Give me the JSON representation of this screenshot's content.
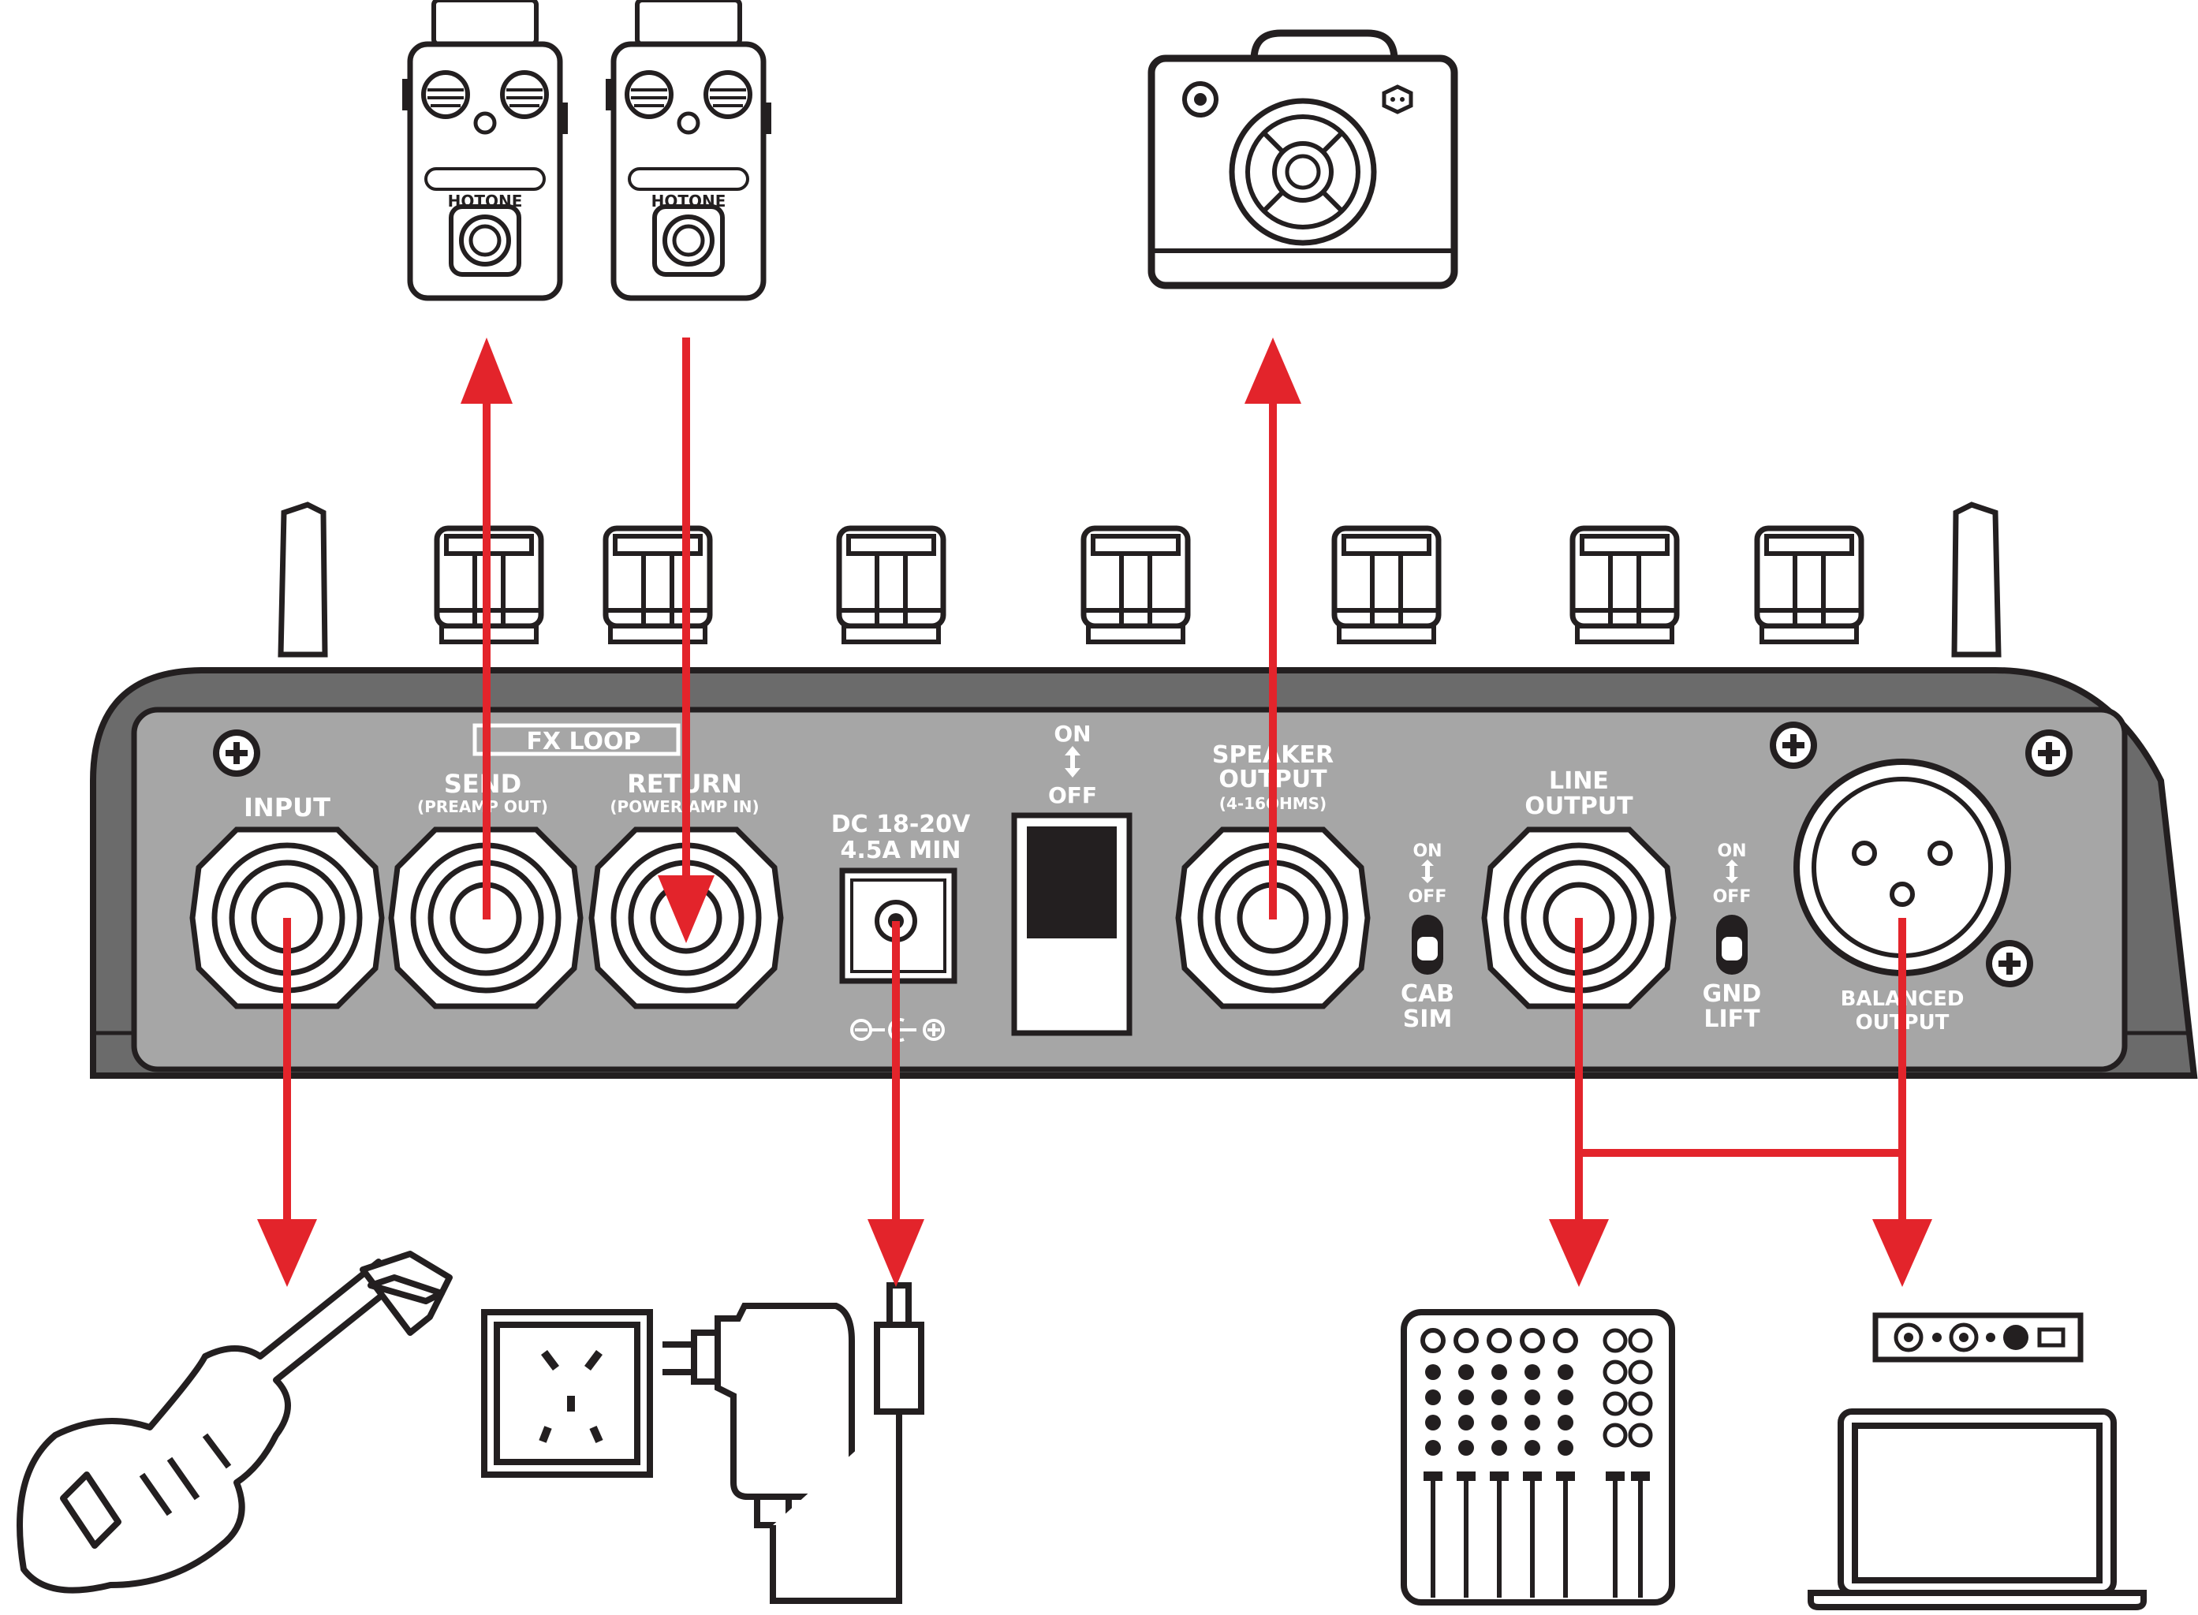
{
  "colors": {
    "panel": "#a6a6a6",
    "panel_edge": "#6b6b6b",
    "panel_label": "#ffffff",
    "arrow": "#e3242b",
    "line": "#231f20"
  },
  "panel": {
    "fx_loop": "FX LOOP",
    "input": "INPUT",
    "send": "SEND",
    "send_sub": "(PREAMP OUT)",
    "return": "RETURN",
    "return_sub": "(POWER AMP IN)",
    "dc_line1": "DC 18-20V",
    "dc_line2": "4.5A MIN",
    "power_on": "ON",
    "power_off": "OFF",
    "speaker_line1": "SPEAKER",
    "speaker_line2": "OUTPUT",
    "speaker_sub": "(4-16OHMS)",
    "cab_on": "ON",
    "cab_off": "OFF",
    "cab_line1": "CAB",
    "cab_line2": "SIM",
    "line_out1": "LINE",
    "line_out2": "OUTPUT",
    "gnd_on": "ON",
    "gnd_off": "OFF",
    "gnd_line1": "GND",
    "gnd_line2": "LIFT",
    "balanced1": "BALANCED",
    "balanced2": "OUTPUT"
  },
  "devices": {
    "pedal_brand_left": "HOTONE",
    "pedal_brand_right": "HOTONE",
    "pedals": "effect-pedals",
    "cabinet": "speaker-cabinet",
    "guitar": "electric-guitar",
    "adapter": "power-adapter",
    "mixer": "mixing-console",
    "interface": "audio-interface",
    "laptop": "laptop-computer"
  }
}
